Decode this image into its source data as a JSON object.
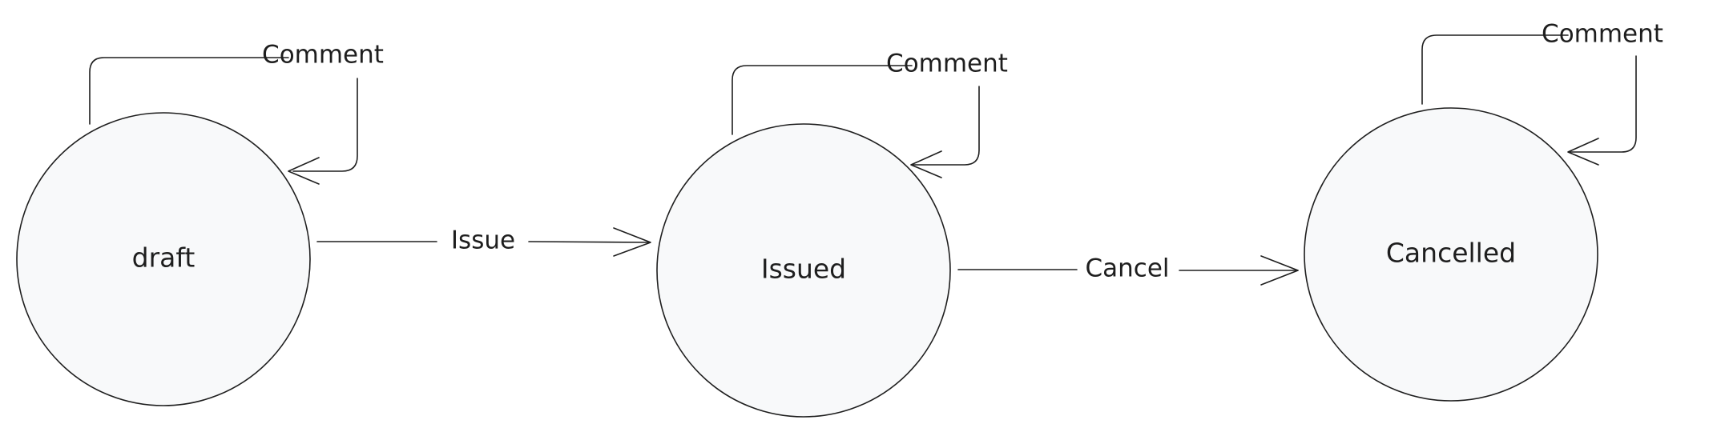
{
  "diagram": {
    "nodes": [
      {
        "id": "draft",
        "label": "draft"
      },
      {
        "id": "issued",
        "label": "Issued"
      },
      {
        "id": "cancelled",
        "label": "Cancelled"
      }
    ],
    "transitions": [
      {
        "from": "draft",
        "to": "issued",
        "label": "Issue"
      },
      {
        "from": "issued",
        "to": "cancelled",
        "label": "Cancel"
      }
    ],
    "self_loops": [
      {
        "node": "draft",
        "label": "Comment"
      },
      {
        "node": "issued",
        "label": "Comment"
      },
      {
        "node": "cancelled",
        "label": "Comment"
      }
    ]
  }
}
